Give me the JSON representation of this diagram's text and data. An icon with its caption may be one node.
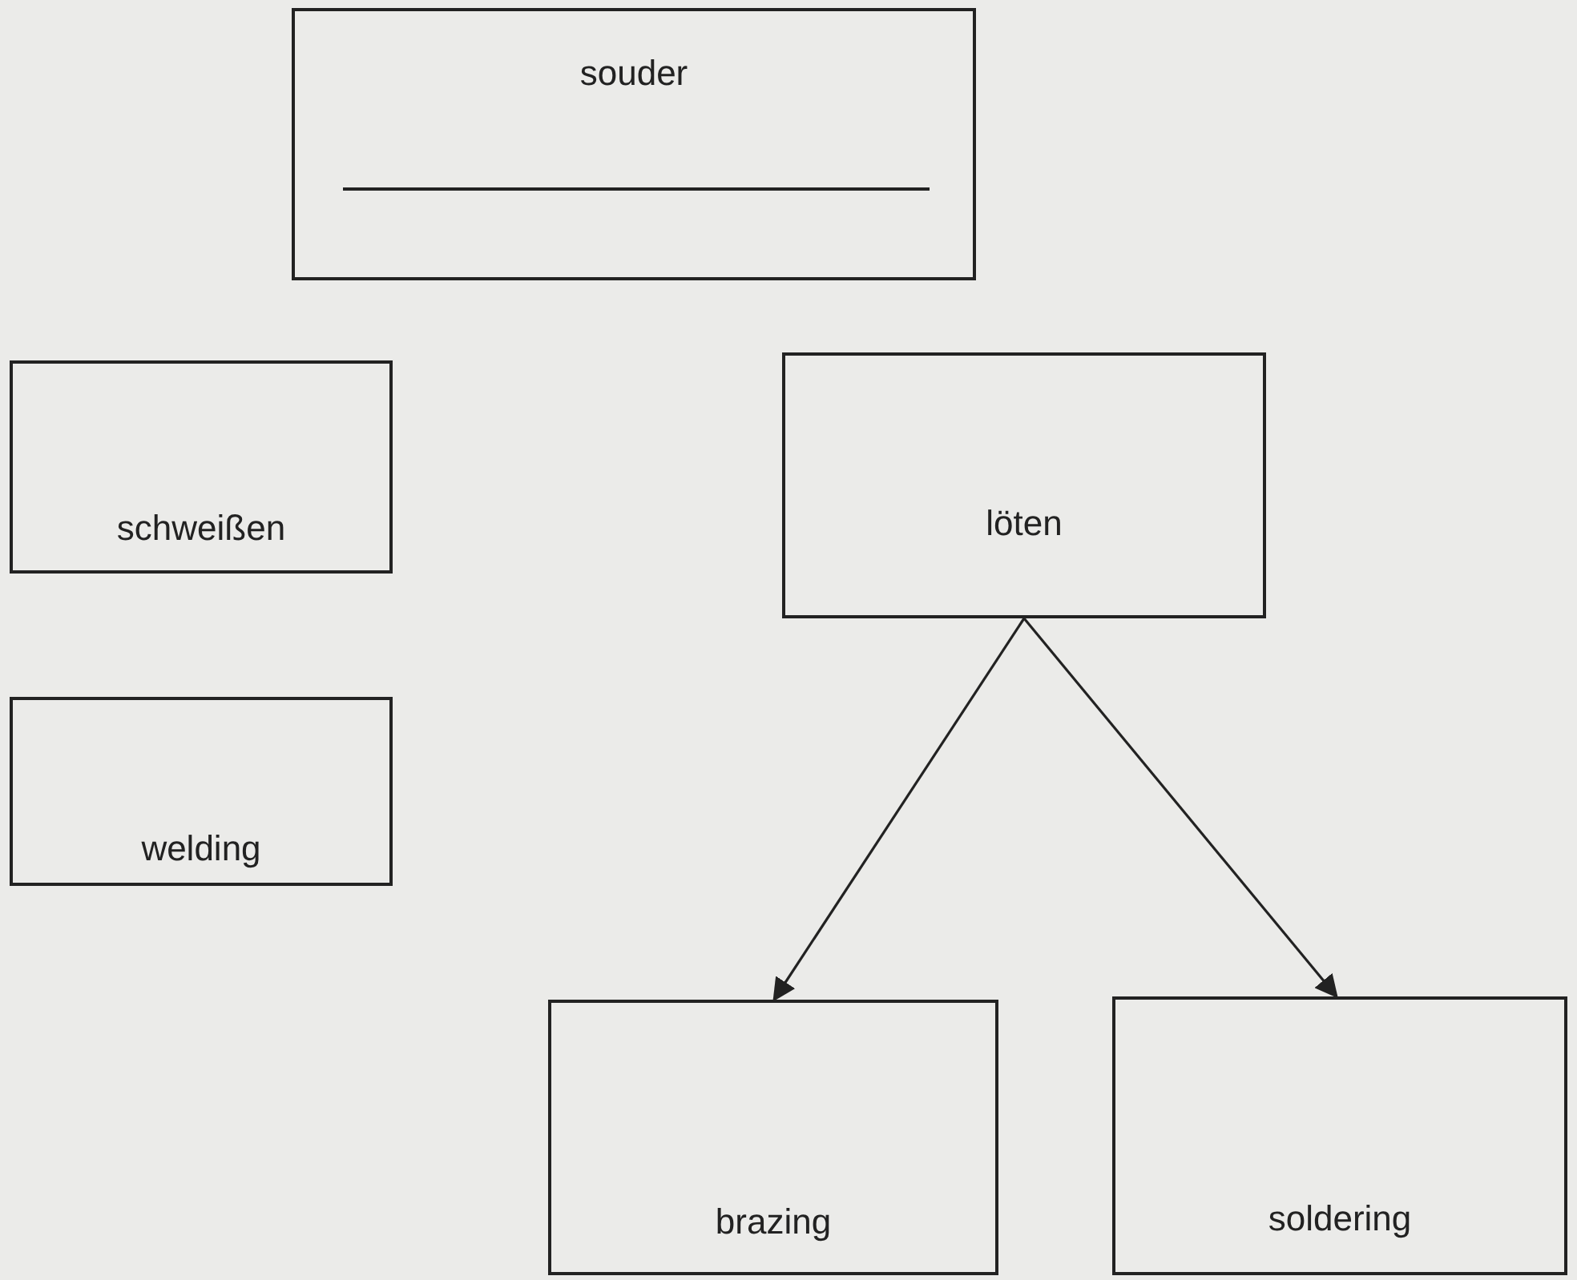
{
  "diagram": {
    "nodes": [
      {
        "text": [
          "souder"
        ]
      },
      {
        "text": [
          "schweißen"
        ]
      },
      {
        "text": [
          "löten"
        ]
      },
      {
        "text": [
          "welding"
        ]
      },
      {
        "text": [
          "brazing"
        ]
      },
      {
        "text": [
          "soldering"
        ]
      }
    ],
    "edges": [
      {
        "from": 2,
        "to": 4,
        "arrow": "to"
      },
      {
        "from": 2,
        "to": 5,
        "arrow": "to"
      }
    ]
  }
}
